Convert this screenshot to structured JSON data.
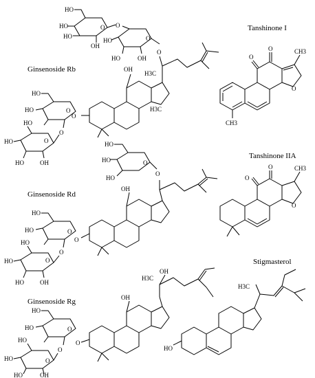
{
  "compounds": [
    {
      "name": "Ginsenoside Rb",
      "key": "rb"
    },
    {
      "name": "Ginsenoside Rd",
      "key": "rd"
    },
    {
      "name": "Ginsenoside Rg",
      "key": "rg"
    },
    {
      "name": "Tanshinone I",
      "key": "t1"
    },
    {
      "name": "Tanshinone IIA",
      "key": "t2a"
    },
    {
      "name": "Stigmasterol",
      "key": "stig"
    }
  ],
  "atoms": {
    "oh": "OH",
    "ho": "HO",
    "o": "O",
    "me": "CH3",
    "h3c": "H3C",
    "ho_stig": "HO"
  }
}
